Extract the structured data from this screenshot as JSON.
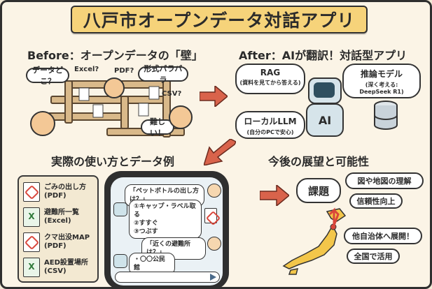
{
  "title": "八戸市オープンデータ対話アプリ",
  "before": {
    "heading": "Before：オープンデータの「壁」",
    "bubbles": [
      "データどこ？",
      "Excel?",
      "PDF?",
      "形式バラバラ",
      "CSV?",
      "難しい！"
    ]
  },
  "after": {
    "heading": "After：AIが翻訳！対話型アプリ",
    "rag": {
      "main": "RAG",
      "sub": "(資料を見てから答える)"
    },
    "model": {
      "main": "推論モデル",
      "sub1": "(深く考える:",
      "sub2": "DeepSeek R1)"
    },
    "local": {
      "main": "ローカルLLM",
      "sub": "(自分のPCで安心)"
    },
    "robot_label": "AI"
  },
  "usage": {
    "heading": "実際の使い方とデータ例",
    "docs": [
      {
        "name": "ごみの出し方",
        "type": "(PDF)",
        "icon": "pdf"
      },
      {
        "name": "避難所一覧",
        "type": "(Excel)",
        "icon": "excel"
      },
      {
        "name": "クマ出没MAP",
        "type": "(PDF)",
        "icon": "pdf"
      },
      {
        "name": "AED設置場所",
        "type": "(CSV)",
        "icon": "excel"
      }
    ],
    "chat": {
      "q1": "「ペットボトルの出し方は？」",
      "a1": [
        "①キャップ・ラベル取る",
        "②すすぐ",
        "③つぶす"
      ],
      "q2": "「近くの避難所は？」",
      "a2": "・〇〇公民館"
    }
  },
  "future": {
    "heading": "今後の展望と可能性",
    "kadai": "課題",
    "items": [
      "図や地図の理解",
      "信頼性向上",
      "他自治体へ展開！",
      "全国で活用"
    ]
  },
  "colors": {
    "accent": "#f6d37a",
    "arrow": "#d9634b",
    "map": "#f3c64a"
  }
}
